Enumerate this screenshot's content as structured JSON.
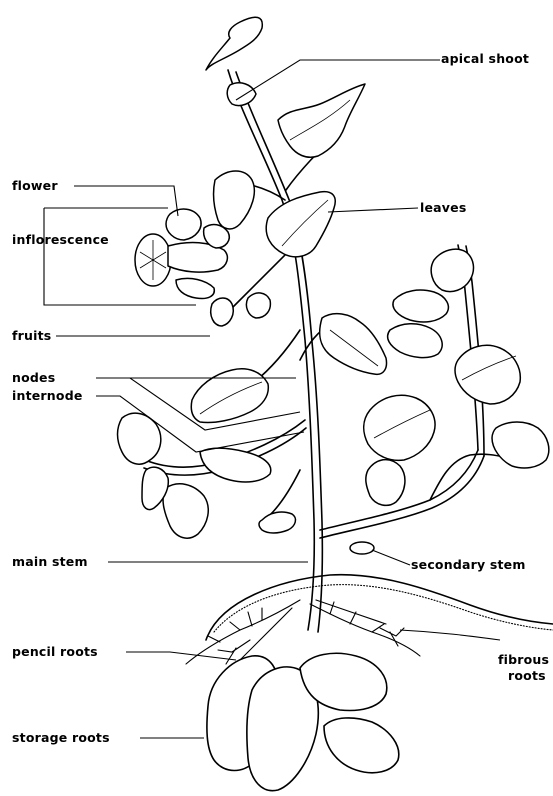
{
  "diagram": {
    "labels": {
      "apical_shoot": "apical shoot",
      "flower": "flower",
      "leaves": "leaves",
      "inflorescence": "inflorescence",
      "fruits": "fruits",
      "nodes": "nodes",
      "internode": "internode",
      "main_stem": "main stem",
      "secondary_stem": "secondary stem",
      "pencil_roots": "pencil roots",
      "fibrous_roots_line1": "fibrous",
      "fibrous_roots_line2": "roots",
      "storage_roots": "storage roots"
    }
  }
}
